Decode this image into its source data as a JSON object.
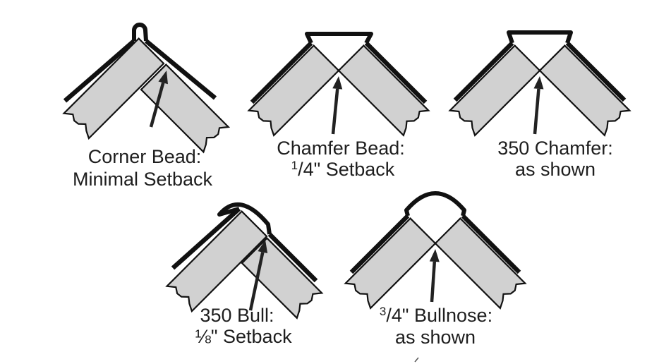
{
  "diagrams": [
    {
      "id": "corner-bead",
      "line1": "Corner Bead:",
      "line2": "Minimal Setback"
    },
    {
      "id": "chamfer-bead",
      "line1": "Chamfer Bead:",
      "line2_sup": "1",
      "line2": "/4\" Setback"
    },
    {
      "id": "350-chamfer",
      "line1": "350 Chamfer:",
      "line2": "as shown"
    },
    {
      "id": "350-bull",
      "line1": "350 Bull:",
      "line2": "⅛\" Setback"
    },
    {
      "id": "bullnose",
      "line1_sup": "3",
      "line1": "/4\" Bullnose:",
      "line2": "as shown"
    }
  ],
  "colors": {
    "board": "#d1d1d1",
    "bead": "#111111",
    "text": "#1e1e1e"
  }
}
